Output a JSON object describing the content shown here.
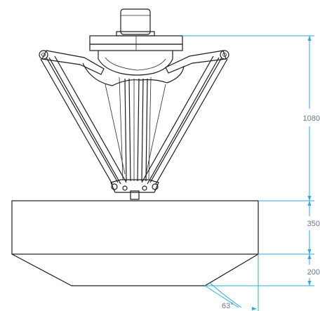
{
  "diagram": {
    "dimensions": {
      "height_total": "1080",
      "height_base": "350",
      "height_bottom": "200",
      "angle": "63°"
    },
    "colors": {
      "dimension_line": "#29a9e0",
      "outline": "#1d1d1d",
      "dimension_text": "#6a7a88",
      "background": "#ffffff"
    }
  }
}
